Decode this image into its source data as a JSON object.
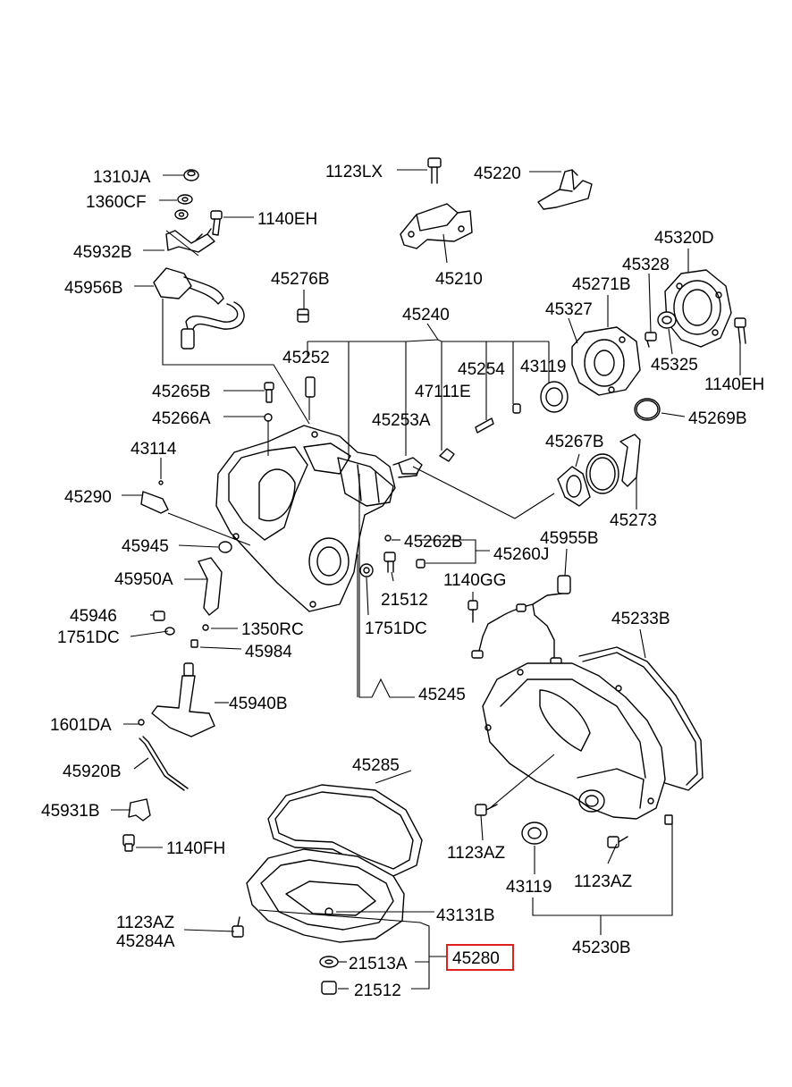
{
  "diagram": {
    "labels": {
      "l1310JA": "1310JA",
      "l1360CF": "1360CF",
      "l1140EH_a": "1140EH",
      "l45932B": "45932B",
      "l45956B": "45956B",
      "l1123LX": "1123LX",
      "l45220": "45220",
      "l45210": "45210",
      "l45276B": "45276B",
      "l45320D": "45320D",
      "l45328": "45328",
      "l45271B": "45271B",
      "l45327": "45327",
      "l45240": "45240",
      "l45252": "45252",
      "l45254": "45254",
      "l43119_a": "43119",
      "l45325": "45325",
      "l1140EH_b": "1140EH",
      "l45265B": "45265B",
      "l47111E": "47111E",
      "l45266A": "45266A",
      "l45253A": "45253A",
      "l45269B": "45269B",
      "l43114": "43114",
      "l45267B": "45267B",
      "l45290": "45290",
      "l45273": "45273",
      "l45945": "45945",
      "l45262B": "45262B",
      "l45955B": "45955B",
      "l45260J": "45260J",
      "l45950A": "45950A",
      "l21512_a": "21512",
      "l1140GG": "1140GG",
      "l45946": "45946",
      "l1350RC": "1350RC",
      "l1751DC_a": "1751DC",
      "l1751DC_b": "1751DC",
      "l45233B": "45233B",
      "l45984": "45984",
      "l45245": "45245",
      "l45940B": "45940B",
      "l1601DA": "1601DA",
      "l45285": "45285",
      "l45920B": "45920B",
      "l45931B": "45931B",
      "l1123AZ_a": "1123AZ",
      "l1140FH": "1140FH",
      "l43119_b": "43119",
      "l1123AZ_b": "1123AZ",
      "l43131B": "43131B",
      "l1123AZ_c": "1123AZ",
      "l45284A": "45284A",
      "l45230B": "45230B",
      "l45280": "45280",
      "l21513A": "21513A",
      "l21512_b": "21512"
    },
    "highlight_color": "#e0201c"
  }
}
